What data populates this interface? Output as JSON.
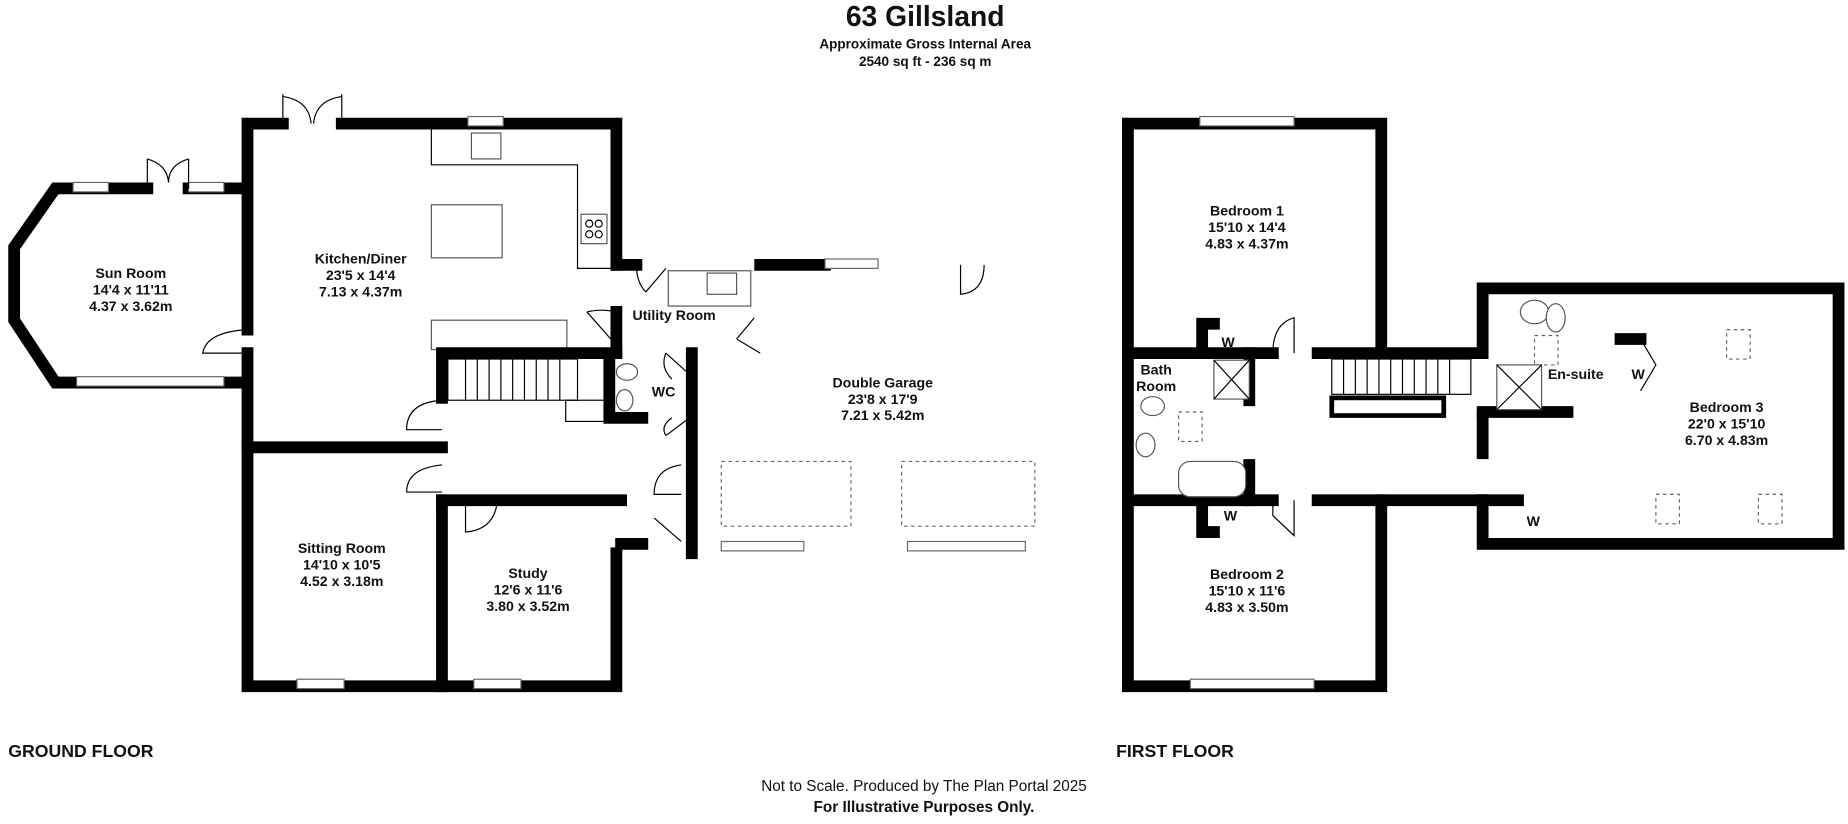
{
  "header": {
    "title": "63 Gillsland",
    "subtitle": "Approximate Gross Internal Area",
    "area": "2540 sq ft - 236 sq m"
  },
  "ground_floor": {
    "label": "GROUND FLOOR",
    "rooms": {
      "sun_room": {
        "name": "Sun Room",
        "imperial": "14'4 x 11'11",
        "metric": "4.37 x 3.62m"
      },
      "kitchen": {
        "name": "Kitchen/Diner",
        "imperial": "23'5 x 14'4",
        "metric": "7.13 x 4.37m"
      },
      "utility": {
        "name": "Utility Room"
      },
      "wc": {
        "name": "WC"
      },
      "garage": {
        "name": "Double Garage",
        "imperial": "23'8 x 17'9",
        "metric": "7.21 x 5.42m"
      },
      "sitting": {
        "name": "Sitting Room",
        "imperial": "14'10 x 10'5",
        "metric": "4.52 x 3.18m"
      },
      "study": {
        "name": "Study",
        "imperial": "12'6 x 11'6",
        "metric": "3.80 x 3.52m"
      }
    }
  },
  "first_floor": {
    "label": "FIRST FLOOR",
    "rooms": {
      "bedroom1": {
        "name": "Bedroom 1",
        "imperial": "15'10 x 14'4",
        "metric": "4.83 x 4.37m"
      },
      "bedroom2": {
        "name": "Bedroom 2",
        "imperial": "15'10 x 11'6",
        "metric": "4.83 x 3.50m"
      },
      "bedroom3": {
        "name": "Bedroom 3",
        "imperial": "22'0 x 15'10",
        "metric": "6.70 x 4.83m"
      },
      "bath_line1": "Bath",
      "bath_line2": "Room",
      "ensuite": {
        "name": "En-suite"
      },
      "wardrobe": "W"
    }
  },
  "footer": {
    "line1": "Not to Scale. Produced by The Plan Portal 2025",
    "line2": "For Illustrative Purposes Only."
  }
}
